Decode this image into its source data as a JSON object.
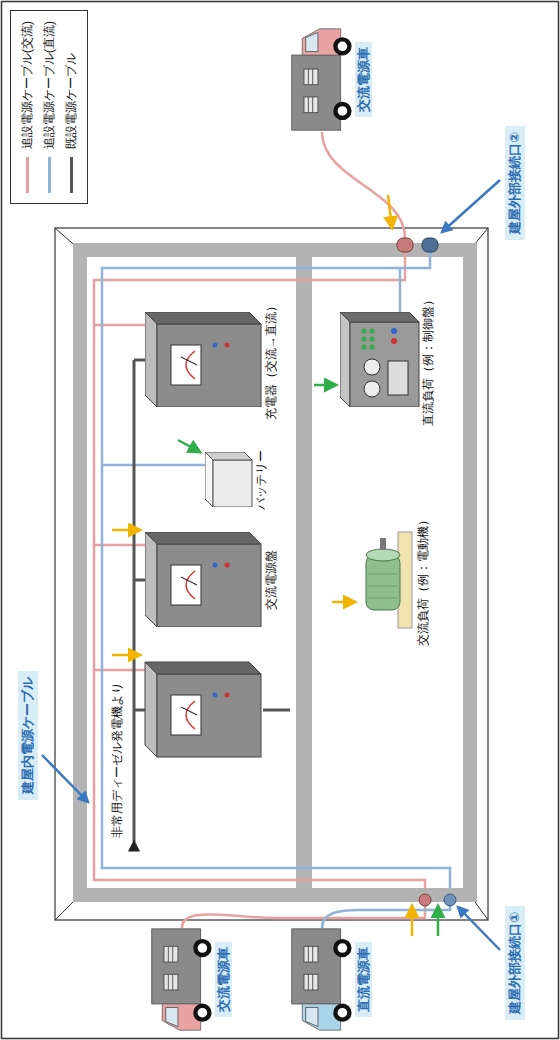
{
  "diagram": {
    "nodes": [
      {
        "text": [
          "交流電源車"
        ]
      },
      {
        "text": [
          "直流電源車"
        ]
      },
      {
        "text": [
          "交流電源盤"
        ]
      },
      {
        "text": [
          "バッテリー"
        ]
      },
      {
        "text": [
          "充電器（交流→直流）"
        ]
      },
      {
        "text": [
          "交流負荷（例：電動機）"
        ]
      },
      {
        "text": [
          "直流負荷（例：制御盤）"
        ]
      },
      {
        "text": [
          "交流電源車"
        ]
      }
    ],
    "edges": [
      {
        "from": 4,
        "to": 3,
        "arrow": "none"
      },
      {
        "from": 4,
        "to": 6,
        "arrow": "none"
      },
      {
        "from": 2,
        "to": 5,
        "arrow": "none"
      }
    ],
    "labels": [
      "建屋内電源ケーブル",
      "非常用ディーゼル発電機より",
      "建屋外部接続口①",
      "建屋外部接続口②"
    ],
    "legend": [
      {
        "text": "追設電源ケーブル(交流)"
      },
      {
        "text": "追設電源ケーブル(直流)"
      },
      {
        "text": "既設電源ケーブル"
      }
    ]
  }
}
